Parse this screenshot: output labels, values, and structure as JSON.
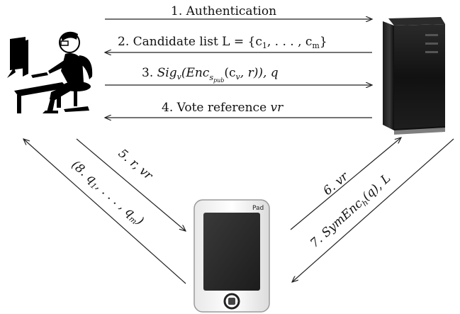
{
  "messages": {
    "m1": "1. Authentication",
    "m2": "2. Candidate list L = {c",
    "m2_s1": "1",
    "m2_mid": ", . . . , c",
    "m2_sm": "m",
    "m2_end": "}",
    "m3_pre": "3. ",
    "m3_sig": "Sig",
    "m3_sub_v": "v",
    "m3_enc": "(Enc",
    "m3_sub_spub": "s",
    "m3_sub_pub": "pub",
    "m3_rest": "(c",
    "m3_sub_v2": "v",
    "m3_end": ", r)), q",
    "m4_pre": "4. Vote reference ",
    "m4_vr": "vr",
    "m5": "5. r, vr",
    "m6": "6. vr",
    "m7_pre": "7. SymEnc",
    "m7_sub": "h",
    "m7_end": "(q), L",
    "m8_pre": "(8. q",
    "m8_s1": "1",
    "m8_mid": ", . . . , q",
    "m8_sm": "m",
    "m8_end": ")"
  },
  "pad_label": "Pad",
  "icons": {
    "voter": "voter-at-computer-icon",
    "server": "server-tower-icon",
    "device": "tablet-pad-icon"
  }
}
